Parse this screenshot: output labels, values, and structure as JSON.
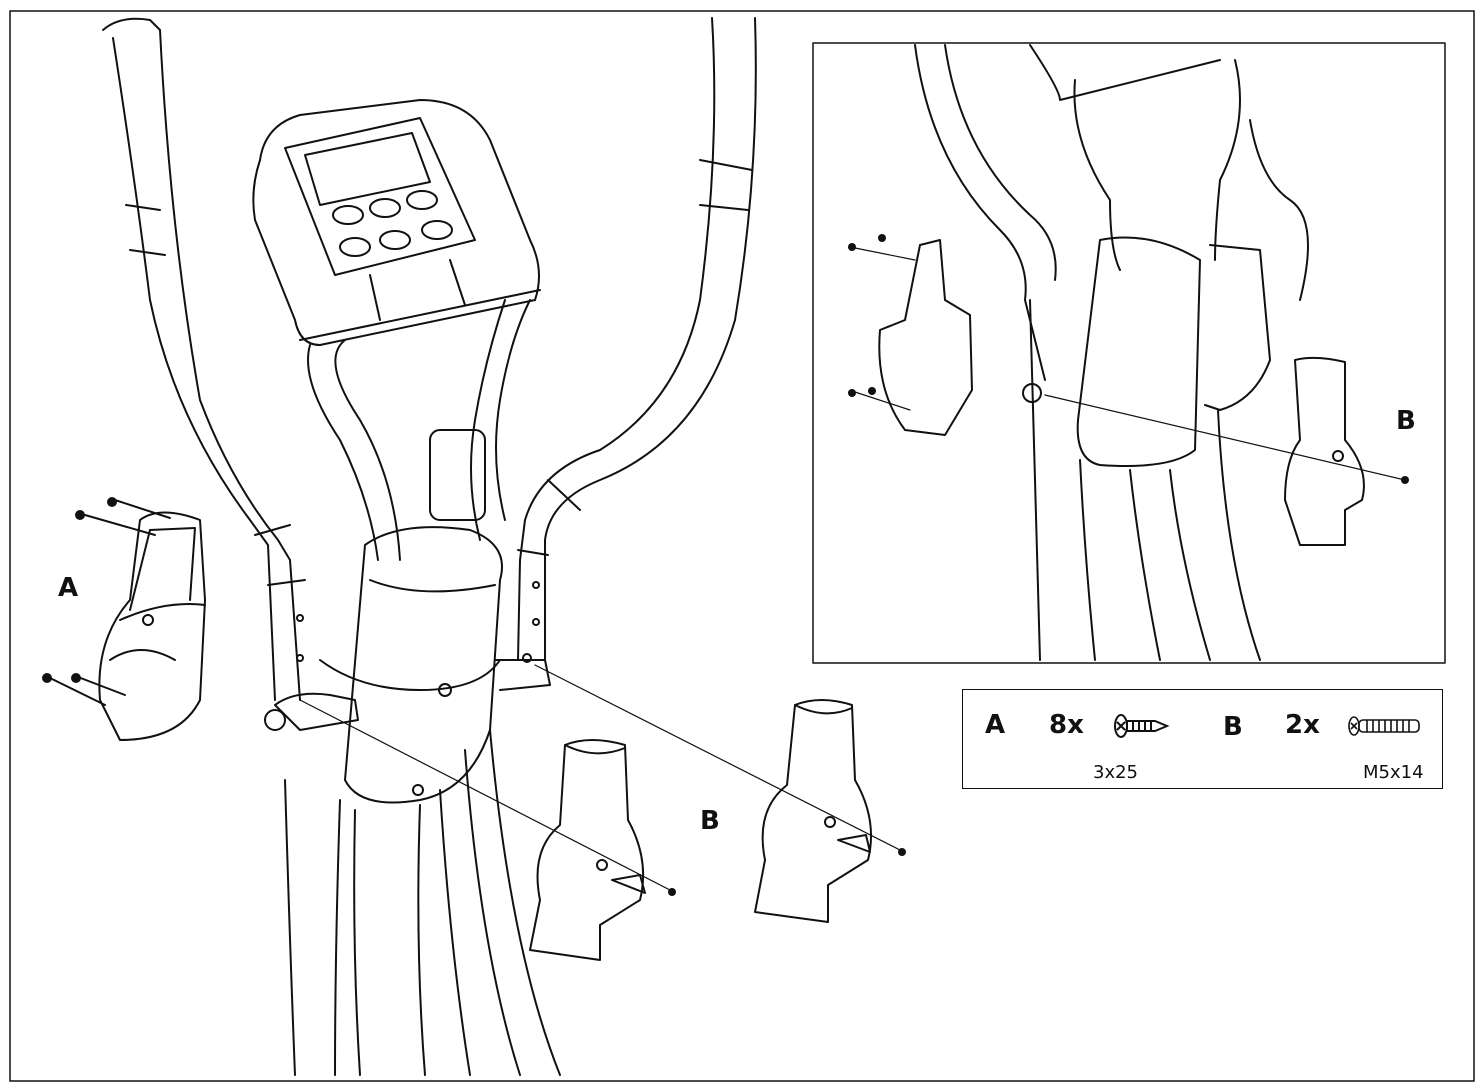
{
  "labels": {
    "part_a": "A",
    "part_b_main": "B",
    "part_b_inset": "B"
  },
  "legend": {
    "a_letter": "A",
    "a_qty": "8x",
    "a_size": "3x25",
    "a_icon": "wood-screw-icon",
    "b_letter": "B",
    "b_qty": "2x",
    "b_size": "M5x14",
    "b_icon": "machine-bolt-icon"
  },
  "colors": {
    "line": "#111111",
    "background": "#ffffff"
  }
}
